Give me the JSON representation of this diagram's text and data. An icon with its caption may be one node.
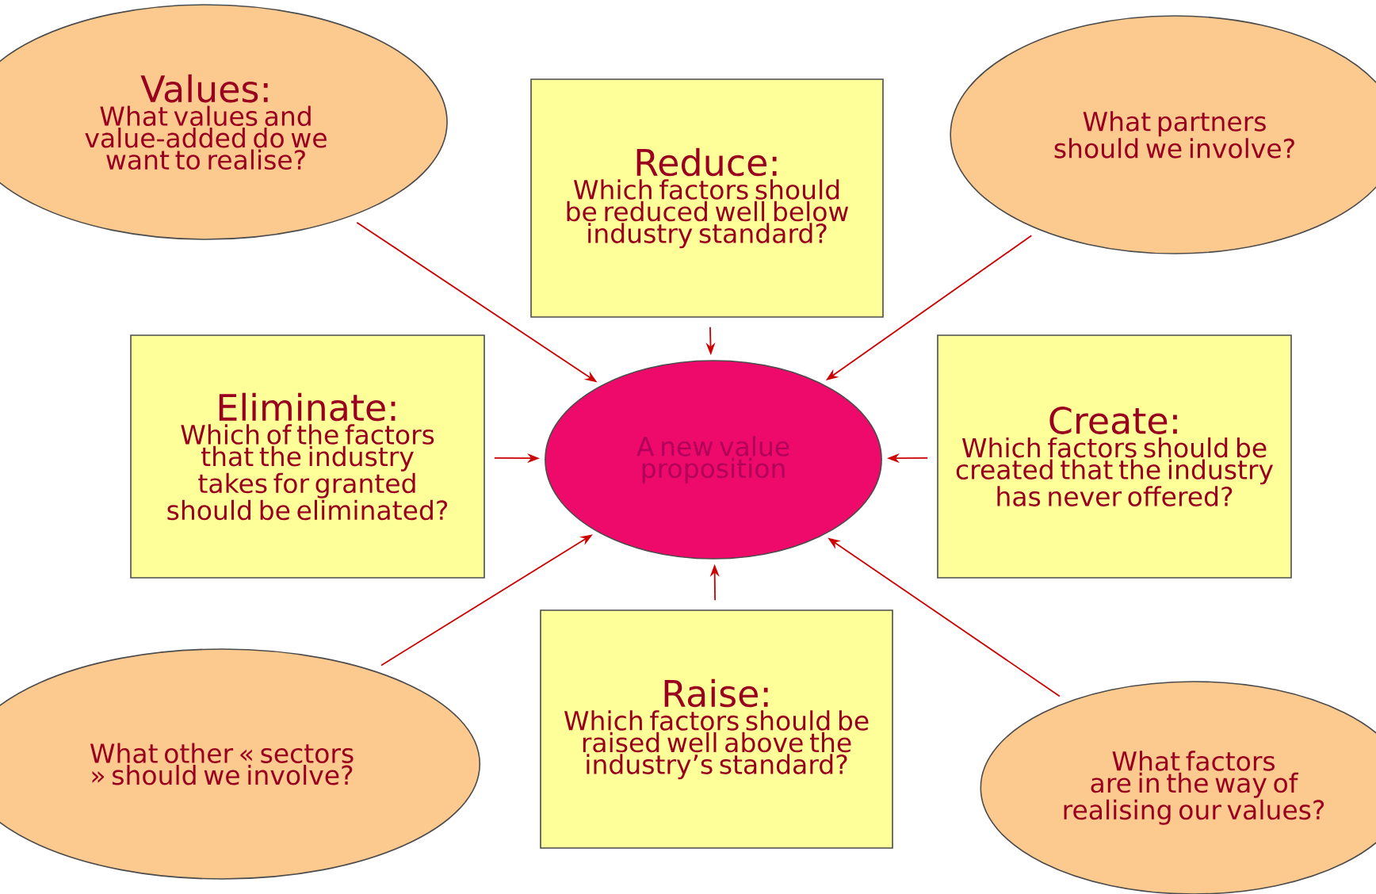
{
  "diagram": {
    "nodes": [
      {
        "text": [
          "Values:",
          "What values and value-added do we want to realise?"
        ]
      },
      {
        "text": [
          "Reduce:",
          "Which factors should be reduced well below industry standard?"
        ]
      },
      {
        "text": [
          "What partners should we involve?"
        ]
      },
      {
        "text": [
          "Eliminate:",
          "Which of the factors that the industry takes for granted should be eliminated?"
        ]
      },
      {
        "text": [
          "A new value proposition"
        ]
      },
      {
        "text": [
          "Create:",
          "Which factors should be created that the industry has never offered?"
        ]
      },
      {
        "text": [
          "What other « sectors » should we involve?"
        ]
      },
      {
        "text": [
          "Raise:",
          "Which factors should be raised well above the industry’s standard?"
        ]
      },
      {
        "text": [
          "What factors are in the way of realising our values?"
        ]
      }
    ],
    "edges": [
      {
        "from": 0,
        "to": 4,
        "arrow": "to"
      },
      {
        "from": 1,
        "to": 4,
        "arrow": "to"
      },
      {
        "from": 2,
        "to": 4,
        "arrow": "to"
      },
      {
        "from": 3,
        "to": 4,
        "arrow": "to"
      },
      {
        "from": 5,
        "to": 4,
        "arrow": "to"
      },
      {
        "from": 6,
        "to": 4,
        "arrow": "to"
      },
      {
        "from": 7,
        "to": 4,
        "arrow": "to"
      },
      {
        "from": 8,
        "to": 4,
        "arrow": "to"
      }
    ]
  }
}
